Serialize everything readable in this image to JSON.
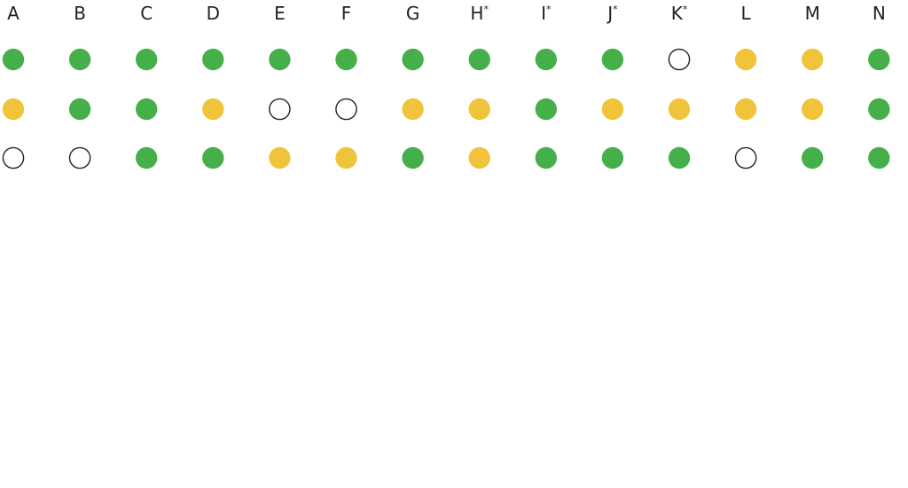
{
  "colors": {
    "green": "#45AF4A",
    "yellow": "#F0C43A",
    "empty_fill": "#FFFFFF",
    "empty_stroke": "#222222",
    "label": "#222222"
  },
  "columns": [
    {
      "label": "A",
      "mark": ""
    },
    {
      "label": "B",
      "mark": ""
    },
    {
      "label": "C",
      "mark": ""
    },
    {
      "label": "D",
      "mark": ""
    },
    {
      "label": "E",
      "mark": ""
    },
    {
      "label": "F",
      "mark": ""
    },
    {
      "label": "G",
      "mark": ""
    },
    {
      "label": "H",
      "mark": "*"
    },
    {
      "label": "I",
      "mark": "*"
    },
    {
      "label": "J",
      "mark": "*"
    },
    {
      "label": "K",
      "mark": "*"
    },
    {
      "label": "L",
      "mark": ""
    },
    {
      "label": "M",
      "mark": ""
    },
    {
      "label": "N",
      "mark": ""
    }
  ],
  "rows": [
    [
      "green",
      "green",
      "green",
      "green",
      "green",
      "green",
      "green",
      "green",
      "green",
      "green",
      "empty",
      "yellow",
      "yellow",
      "green"
    ],
    [
      "yellow",
      "green",
      "green",
      "yellow",
      "empty",
      "empty",
      "yellow",
      "yellow",
      "green",
      "yellow",
      "yellow",
      "yellow",
      "yellow",
      "green"
    ],
    [
      "empty",
      "empty",
      "green",
      "green",
      "yellow",
      "yellow",
      "green",
      "yellow",
      "green",
      "green",
      "green",
      "empty",
      "green",
      "green"
    ]
  ]
}
